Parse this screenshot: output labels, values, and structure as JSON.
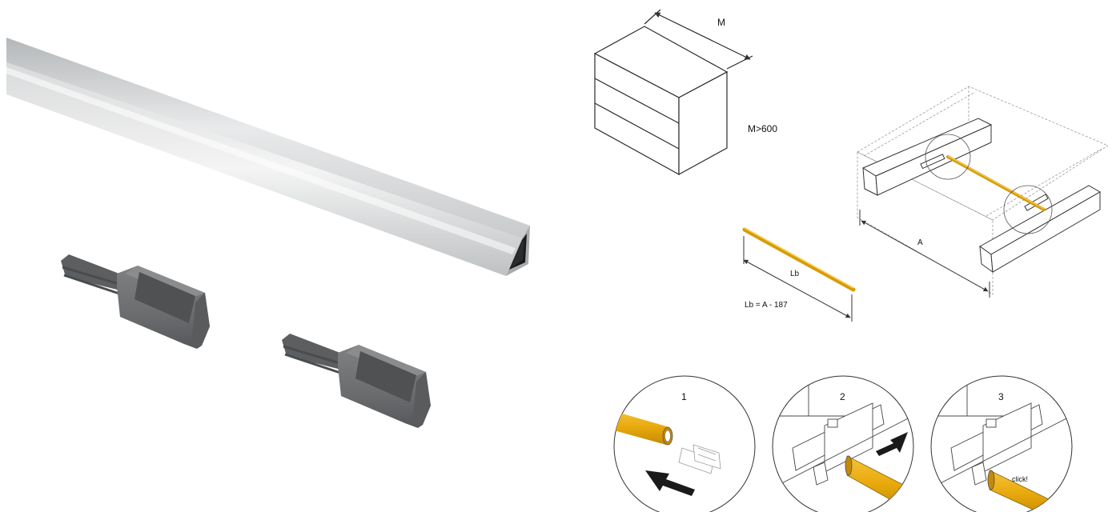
{
  "cabinet": {
    "depth_label": "M",
    "condition": "M>600"
  },
  "rod": {
    "length_label": "Lb",
    "formula": "Lb = A - 187"
  },
  "drawer": {
    "width_label": "A"
  },
  "steps": [
    {
      "number": "1"
    },
    {
      "number": "2"
    },
    {
      "number": "3",
      "note": "click!"
    }
  ],
  "colors": {
    "rod_yellow": "#E8A90C",
    "aluminum": "#C9CBCC",
    "connector_gray": "#6F7173",
    "line": "#333333"
  }
}
